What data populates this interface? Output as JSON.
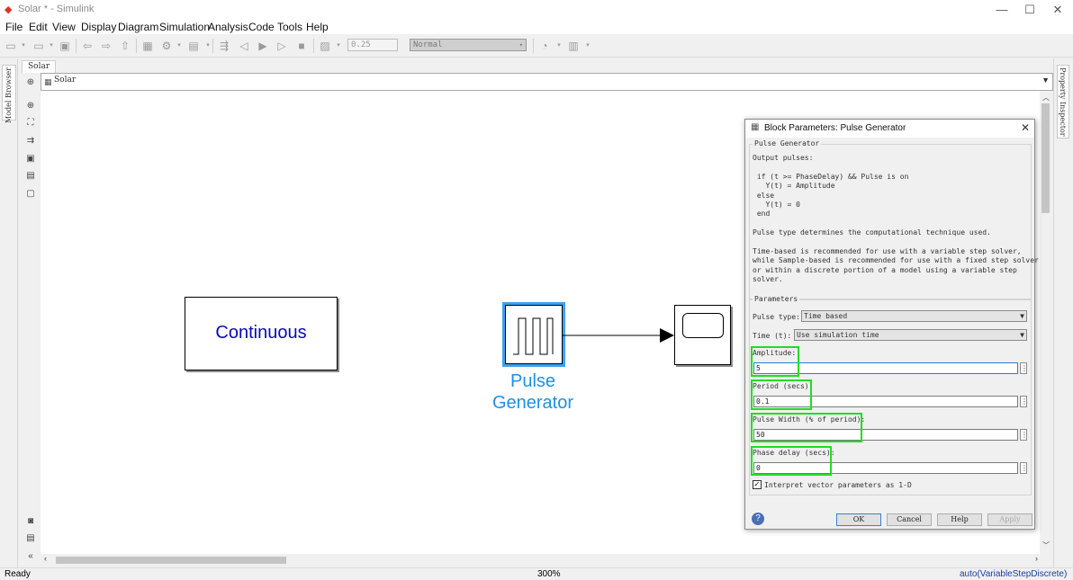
{
  "window": {
    "title": "Solar * - Simulink",
    "controls": {
      "minimize": "—",
      "maximize": "☐",
      "close": "✕"
    }
  },
  "menu": [
    "File",
    "Edit",
    "View",
    "Display",
    "Diagram",
    "Simulation",
    "Analysis",
    "Code",
    "Tools",
    "Help"
  ],
  "toolbar": {
    "stop_time": "0.25",
    "sim_mode": "Normal"
  },
  "side_tabs": {
    "left": "Model Browser",
    "right": "Property Inspector"
  },
  "tab": {
    "label": "Solar"
  },
  "breadcrumb": {
    "label": "Solar"
  },
  "diagram": {
    "continuous_label": "Continuous",
    "pulse_label_line1": "Pulse",
    "pulse_label_line2": "Generator"
  },
  "dialog": {
    "title": "Block Parameters: Pulse Generator",
    "group_title": "Pulse Generator",
    "description": "Output pulses:\n\n if (t >= PhaseDelay) && Pulse is on\n   Y(t) = Amplitude\n else\n   Y(t) = 0\n end\n\nPulse type determines the computational technique used.\n\nTime-based is recommended for use with a variable step solver,\nwhile Sample-based is recommended for use with a fixed step solver\nor within a discrete portion of a model using a variable step\nsolver.",
    "params_title": "Parameters",
    "pulse_type_label": "Pulse type:",
    "pulse_type_value": "Time based",
    "time_label": "Time (t):",
    "time_value": "Use simulation time",
    "amplitude_label": "Amplitude:",
    "amplitude_value": "5",
    "period_label": "Period (secs):",
    "period_value": "0.1",
    "pulse_width_label": "Pulse Width (% of period):",
    "pulse_width_value": "50",
    "phase_delay_label": "Phase delay (secs):",
    "phase_delay_value": "0",
    "interpret_label": "Interpret vector parameters as 1-D",
    "interpret_checked": true,
    "buttons": {
      "ok": "OK",
      "cancel": "Cancel",
      "help": "Help",
      "apply": "Apply"
    }
  },
  "status": {
    "left": "Ready",
    "zoom": "300%",
    "solver": "auto(VariableStepDiscrete)"
  },
  "colors": {
    "highlight_green": "#22dd22",
    "block_text_blue": "#0a0ab4",
    "selection_blue": "#3fa0f0",
    "label_blue": "#1e90e0"
  }
}
